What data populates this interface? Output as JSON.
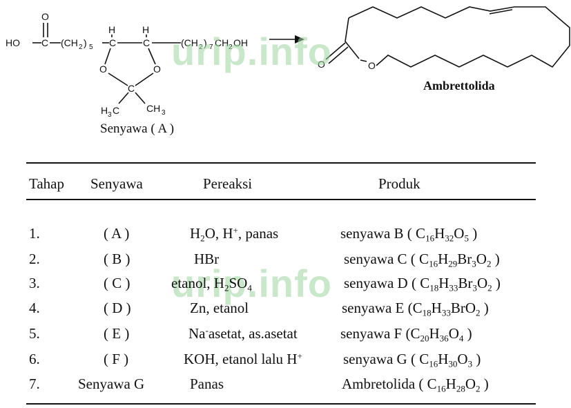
{
  "watermark": "urip.info",
  "scheme": {
    "product_name": "Ambrettolida",
    "compound_a_label": "Senyawa ( A )",
    "atoms": {
      "ho": "HO",
      "c": "C",
      "o": "O",
      "h": "H",
      "ch2": "(CH",
      "chain5_sub": "2",
      "chain5_close": ")",
      "chain5_n": "5",
      "chain7_n": "7",
      "ch2oh": "CH",
      "oh": "OH",
      "h3c": "H",
      "three": "3",
      "ch3": "CH"
    }
  },
  "table": {
    "headers": [
      "Tahap",
      "Senyawa",
      "Pereaksi",
      "Produk"
    ],
    "rows": [
      {
        "step": "1.",
        "compound": "( A )",
        "reagent": [
          {
            "t": "H"
          },
          {
            "sub": "2"
          },
          {
            "t": "O, H"
          },
          {
            "sup": "+"
          },
          {
            "t": ", panas"
          }
        ],
        "product": [
          {
            "t": "senyawa B ( C"
          },
          {
            "sub": "16"
          },
          {
            "t": "H"
          },
          {
            "sub": "32"
          },
          {
            "t": "O"
          },
          {
            "sub": "5"
          },
          {
            "t": " )"
          }
        ]
      },
      {
        "step": "2.",
        "compound": "( B )",
        "reagent": [
          {
            "t": "HBr"
          }
        ],
        "product": [
          {
            "t": "senyawa C ( C"
          },
          {
            "sub": "16"
          },
          {
            "t": "H"
          },
          {
            "sub": "29"
          },
          {
            "t": "Br"
          },
          {
            "sub": "3"
          },
          {
            "t": "O"
          },
          {
            "sub": "2"
          },
          {
            "t": " )"
          }
        ]
      },
      {
        "step": "3.",
        "compound": "( C )",
        "reagent": [
          {
            "t": "etanol, H"
          },
          {
            "sub": "2"
          },
          {
            "t": "SO"
          },
          {
            "sub": "4"
          }
        ],
        "product": [
          {
            "t": "senyawa D ( C"
          },
          {
            "sub": "18"
          },
          {
            "t": "H"
          },
          {
            "sub": "33"
          },
          {
            "t": "Br"
          },
          {
            "sub": "3"
          },
          {
            "t": "O"
          },
          {
            "sub": "2"
          },
          {
            "t": " )"
          }
        ]
      },
      {
        "step": "4.",
        "compound": "( D )",
        "reagent": [
          {
            "t": "Zn, etanol"
          }
        ],
        "product": [
          {
            "t": "senyawa E  (C"
          },
          {
            "sub": "18"
          },
          {
            "t": "H"
          },
          {
            "sub": "33"
          },
          {
            "t": "BrO"
          },
          {
            "sub": "2"
          },
          {
            "t": " )"
          }
        ]
      },
      {
        "step": "5.",
        "compound": "( E )",
        "reagent": [
          {
            "t": "Na"
          },
          {
            "sup": "-"
          },
          {
            "t": "asetat, as.asetat"
          }
        ],
        "product": [
          {
            "t": "senyawa  F  (C"
          },
          {
            "sub": "20"
          },
          {
            "t": "H"
          },
          {
            "sub": "36"
          },
          {
            "t": "O"
          },
          {
            "sub": "4"
          },
          {
            "t": " )"
          }
        ]
      },
      {
        "step": "6.",
        "compound": "( F )",
        "reagent": [
          {
            "t": "KOH, etanol lalu H"
          },
          {
            "sup": "+"
          }
        ],
        "product": [
          {
            "t": "senyawa G  ( C"
          },
          {
            "sub": "16"
          },
          {
            "t": "H"
          },
          {
            "sub": "30"
          },
          {
            "t": "O"
          },
          {
            "sub": "3"
          },
          {
            "t": " )"
          }
        ]
      },
      {
        "step": "7.",
        "compound": "Senyawa G",
        "reagent": [
          {
            "t": "Panas"
          }
        ],
        "product": [
          {
            "t": "Ambretolida ( C"
          },
          {
            "sub": "16"
          },
          {
            "t": "H"
          },
          {
            "sub": "28"
          },
          {
            "t": "O"
          },
          {
            "sub": "2"
          },
          {
            "t": " )"
          }
        ]
      }
    ]
  }
}
